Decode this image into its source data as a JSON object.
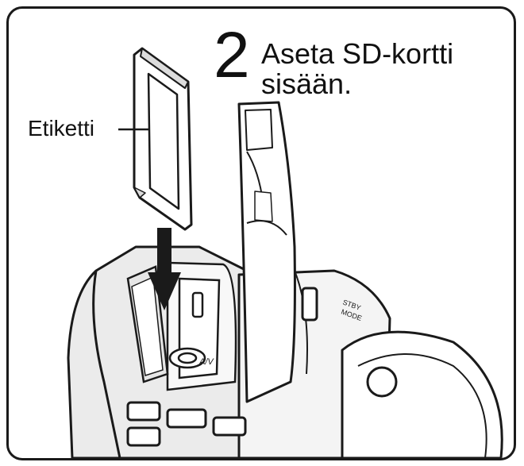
{
  "step": {
    "number": "2",
    "instruction": "Aseta SD-kortti sisään."
  },
  "callout": {
    "label": "Etiketti"
  },
  "illustration": {
    "subject": "camcorder-card-slot",
    "insert_arrow_icon": "down-arrow-icon",
    "line_color": "#1a1a1a",
    "shade_color": "#d8d8d8"
  }
}
